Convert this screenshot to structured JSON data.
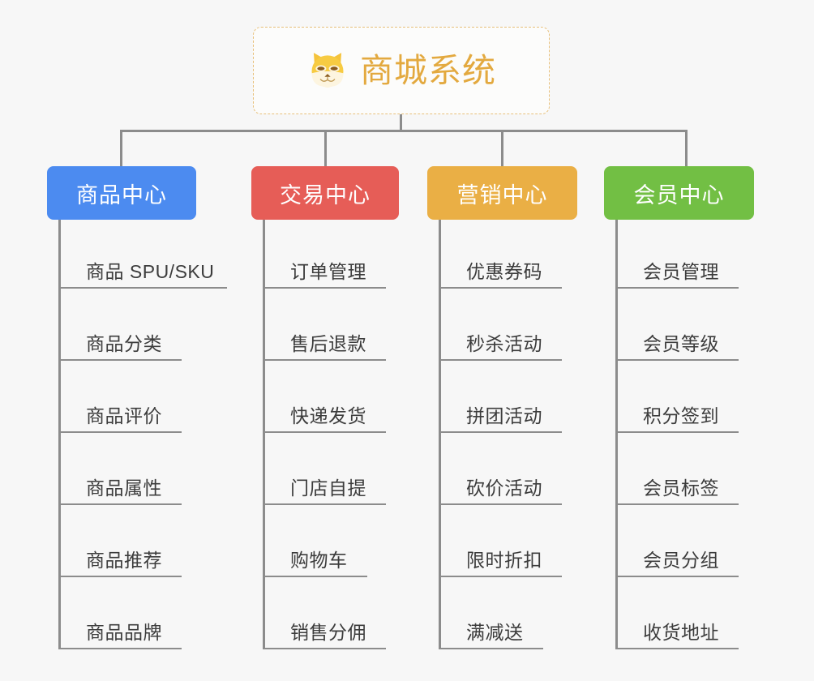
{
  "page": {
    "background_color": "#f7f7f7",
    "diagram_type": "mind-map"
  },
  "root": {
    "title": "商城系统",
    "icon": "shiba-dog-face-icon",
    "text_color": "#e3a93f",
    "border_color": "#e8c07a"
  },
  "connector_color": "#8c8c8c",
  "categories": [
    {
      "label": "商品中心",
      "color": "#4c8bf0",
      "items": [
        "商品 SPU/SKU",
        "商品分类",
        "商品评价",
        "商品属性",
        "商品推荐",
        "商品品牌"
      ]
    },
    {
      "label": "交易中心",
      "color": "#e65d57",
      "items": [
        "订单管理",
        "售后退款",
        "快递发货",
        "门店自提",
        "购物车",
        "销售分佣"
      ]
    },
    {
      "label": "营销中心",
      "color": "#eaaf45",
      "items": [
        "优惠券码",
        "秒杀活动",
        "拼团活动",
        "砍价活动",
        "限时折扣",
        "满减送"
      ]
    },
    {
      "label": "会员中心",
      "color": "#72bf44",
      "items": [
        "会员管理",
        "会员等级",
        "积分签到",
        "会员标签",
        "会员分组",
        "收货地址"
      ]
    }
  ]
}
